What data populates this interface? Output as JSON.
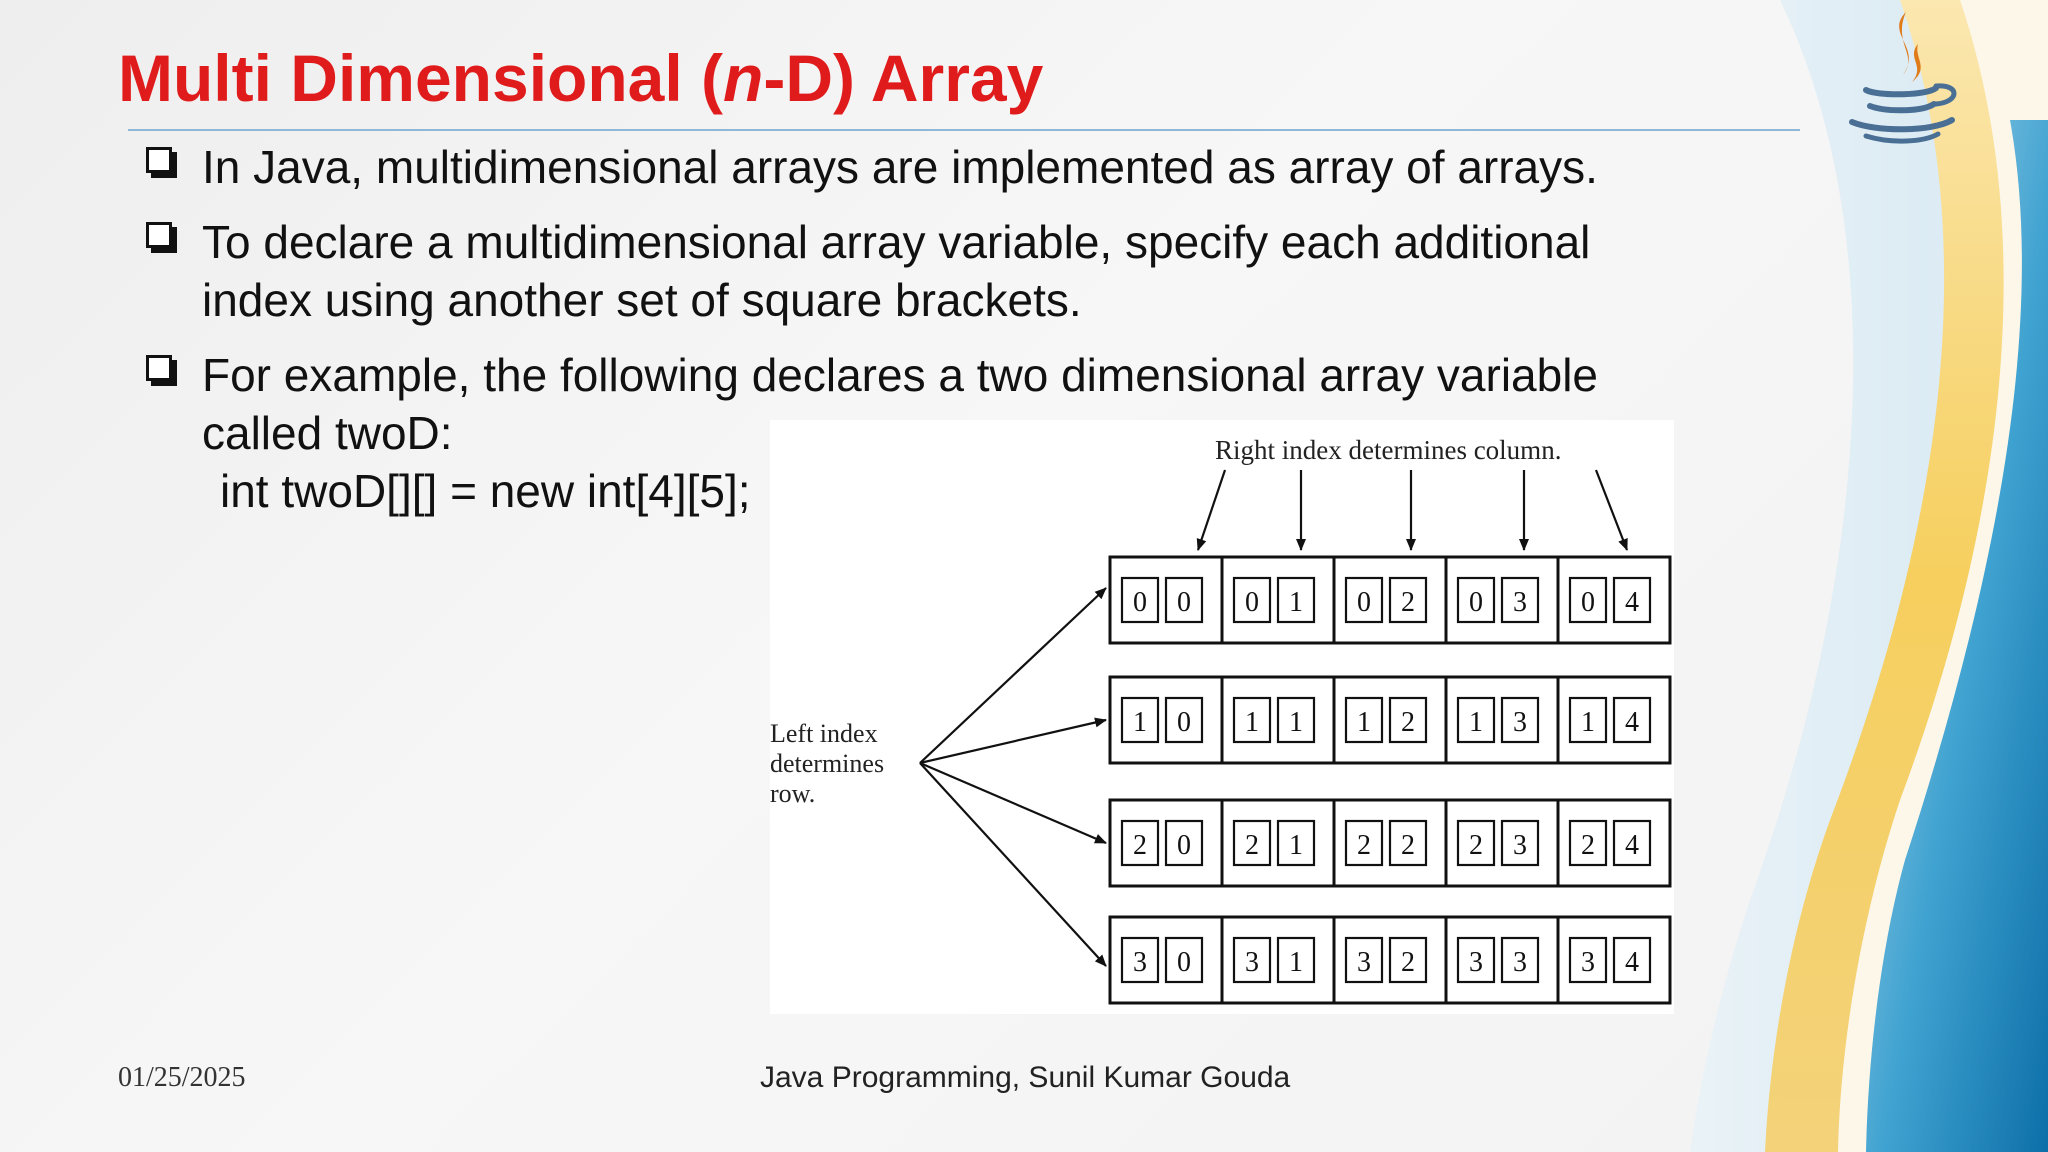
{
  "slide": {
    "title_pre": "Multi Dimensional (",
    "title_italic": "n",
    "title_post": "-D) Array",
    "bullets": [
      "In Java, multidimensional arrays are implemented as array of arrays.",
      "To declare a multidimensional array variable, specify each additional index using another set of square brackets.",
      "For example, the following declares a two dimensional array variable called twoD:"
    ],
    "code": "int twoD[][] = new int[4][5];"
  },
  "figure": {
    "top_label": "Right index determines column.",
    "left_label": [
      "Left index",
      "determines",
      "row."
    ],
    "rows": 4,
    "cols": 5,
    "row_digits": [
      "0",
      "1",
      "2",
      "3"
    ],
    "col_digits": [
      "0",
      "1",
      "2",
      "3",
      "4"
    ]
  },
  "footer": {
    "date": "01/25/2025",
    "center": "Java Programming, Sunil Kumar Gouda"
  },
  "logo": {
    "icon": "java-logo-icon",
    "flame_color": "#e07b1a",
    "cup_color": "#4a6f95"
  },
  "colors": {
    "title": "#e01b1b",
    "rule": "#8fb8d8"
  }
}
